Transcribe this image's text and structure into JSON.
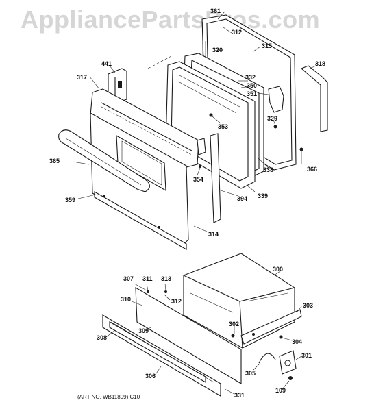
{
  "watermark": "AppliancePartsPros.com",
  "art_number": "(ART NO. WB11809) C10",
  "callouts": [
    "361",
    "312",
    "320",
    "315",
    "441",
    "318",
    "317",
    "332",
    "350",
    "351",
    "329",
    "353",
    "365",
    "338",
    "366",
    "354",
    "339",
    "359",
    "394",
    "314",
    "300",
    "307",
    "311",
    "313",
    "310",
    "312",
    "303",
    "302",
    "304",
    "308",
    "309",
    "301",
    "305",
    "306",
    "331",
    "109"
  ]
}
